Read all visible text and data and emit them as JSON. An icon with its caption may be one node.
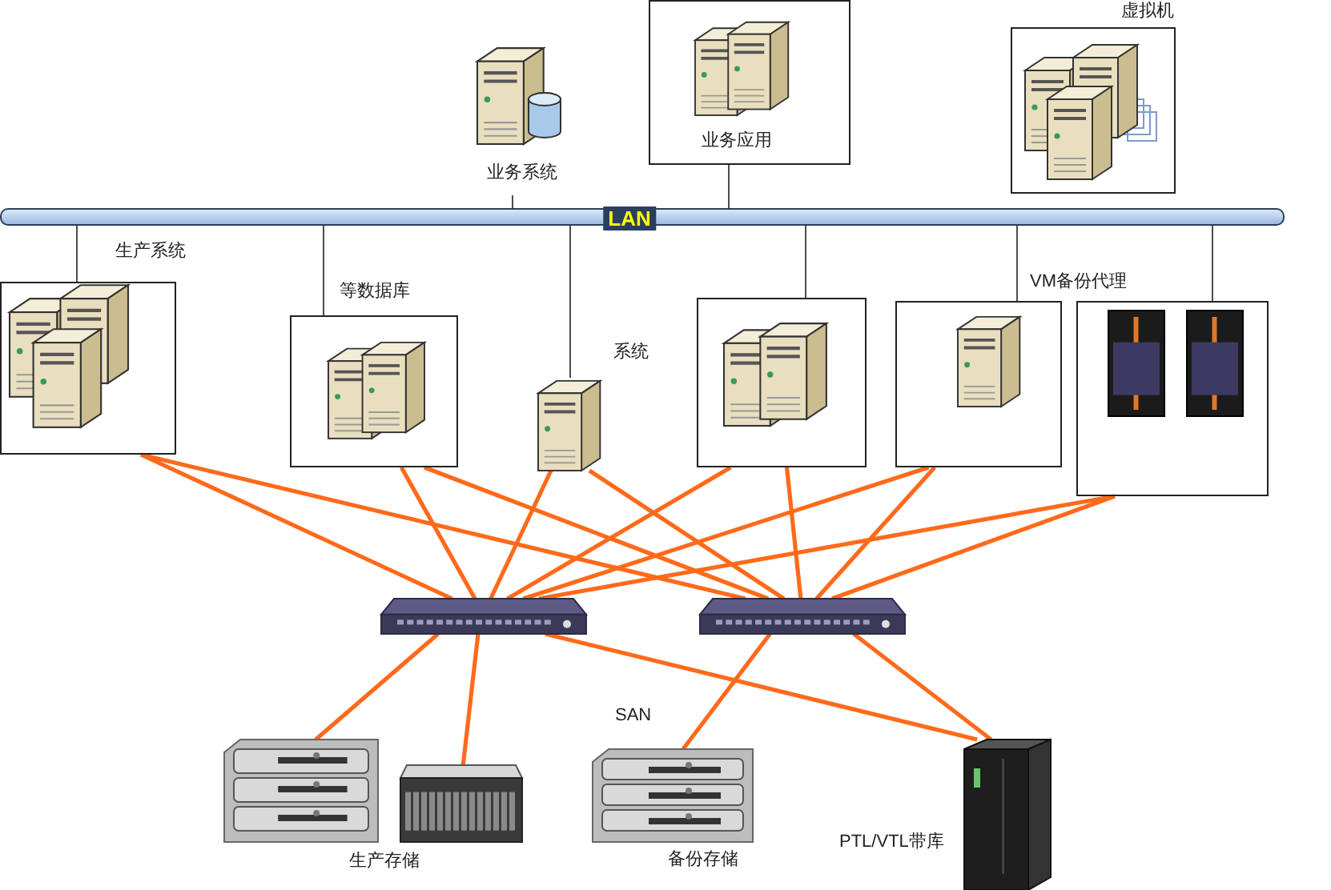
{
  "diagram": {
    "nodes": [
      {
        "text": [
          "LAN"
        ]
      },
      {
        "text": [
          "业务系统"
        ]
      },
      {
        "text": [
          "业务应用"
        ]
      },
      {
        "text": [
          "虚拟机"
        ]
      },
      {
        "text": [
          "生产系统"
        ]
      },
      {
        "text": [
          "等数据库"
        ]
      },
      {
        "text": [
          "系统"
        ]
      },
      {
        "text": [],
        "shape": "box"
      },
      {
        "text": [
          "VM备份代理"
        ]
      },
      {
        "text": [],
        "shape": "box"
      },
      {
        "text": [],
        "shape": "picture"
      },
      {
        "text": [],
        "shape": "picture"
      },
      {
        "text": [],
        "shape": "picture"
      },
      {
        "text": [],
        "shape": "picture"
      },
      {
        "text": [
          "备份存储"
        ]
      },
      {
        "text": [
          "PTL/VTL带库"
        ]
      }
    ],
    "edges": [
      {
        "from": 1,
        "to": 0,
        "arrow": "none",
        "color": "#4d4d4d"
      },
      {
        "from": 2,
        "to": 0,
        "arrow": "none",
        "color": "#4d4d4d"
      },
      {
        "from": 0,
        "to": 4,
        "arrow": "none",
        "color": "#4d4d4d"
      },
      {
        "from": 0,
        "to": 5,
        "arrow": "none",
        "color": "#4d4d4d"
      },
      {
        "from": 0,
        "to": 6,
        "arrow": "none",
        "color": "#4d4d4d"
      },
      {
        "from": 0,
        "to": 7,
        "arrow": "none",
        "color": "#4d4d4d"
      },
      {
        "from": 0,
        "to": 8,
        "arrow": "none",
        "color": "#4d4d4d"
      },
      {
        "from": 0,
        "to": 9,
        "arrow": "none",
        "color": "#4d4d4d"
      },
      {
        "from": 4,
        "to": 10,
        "arrow": "none"
      },
      {
        "from": 4,
        "to": 11,
        "arrow": "none"
      },
      {
        "from": 5,
        "to": 10,
        "arrow": "none"
      },
      {
        "from": 5,
        "to": 11,
        "arrow": "none"
      },
      {
        "from": 6,
        "to": 10,
        "arrow": "none"
      },
      {
        "from": 6,
        "to": 11,
        "arrow": "none"
      },
      {
        "from": 7,
        "to": 10,
        "arrow": "none"
      },
      {
        "from": 7,
        "to": 11,
        "arrow": "none"
      },
      {
        "from": 8,
        "to": 10,
        "arrow": "none"
      },
      {
        "from": 8,
        "to": 11,
        "arrow": "none"
      },
      {
        "from": 9,
        "to": 10,
        "arrow": "none"
      },
      {
        "from": 9,
        "to": 11,
        "arrow": "none"
      },
      {
        "from": 10,
        "to": 12,
        "arrow": "none"
      },
      {
        "from": 10,
        "to": 13,
        "arrow": "none"
      },
      {
        "from": 10,
        "to": 15,
        "arrow": "none"
      },
      {
        "from": 11,
        "to": 14,
        "arrow": "none"
      },
      {
        "from": 11,
        "to": 15,
        "arrow": "none"
      }
    ],
    "labels": [
      "生产存储",
      "SAN"
    ]
  }
}
